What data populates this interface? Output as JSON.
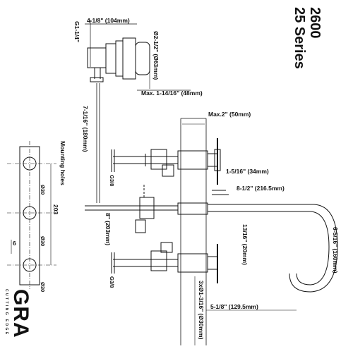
{
  "title": {
    "model": "2600",
    "series": "25 Series"
  },
  "brand": {
    "name": "GRA",
    "tagline": "CUTTING EDGE"
  },
  "plan_view": {
    "label": "Mounting holes",
    "holes": [
      "Ø30",
      "Ø30",
      "Ø30"
    ],
    "spacing": "203",
    "edge": "6"
  },
  "dimensions": {
    "top_width": "4-1/8\" (104mm)",
    "thread": "G1-1/4\"",
    "flange_dia": "Ø2-1/2\" (Ø63mm)",
    "max_depth": "Max. 1-14/16\" (48mm)",
    "drop_length": "7-1/16\" (180mm)",
    "max_wall": "Max.2\" (50mm)",
    "handle_proj": "1-5/16\" (34mm)",
    "spout_reach": "8-1/2\" (216.5mm)",
    "spout_height": "6-5/16\" (160mm)",
    "spout_drop": "13/16\" (20mm)",
    "center_spacing": "8\" (203mm)",
    "holes_dia": "3xØ1-3/16\" (Ø30mm)",
    "base_reach": "5-1/8\" (129.5mm)",
    "valve_thread_1": "G3/8",
    "valve_thread_2": "G3/8"
  }
}
